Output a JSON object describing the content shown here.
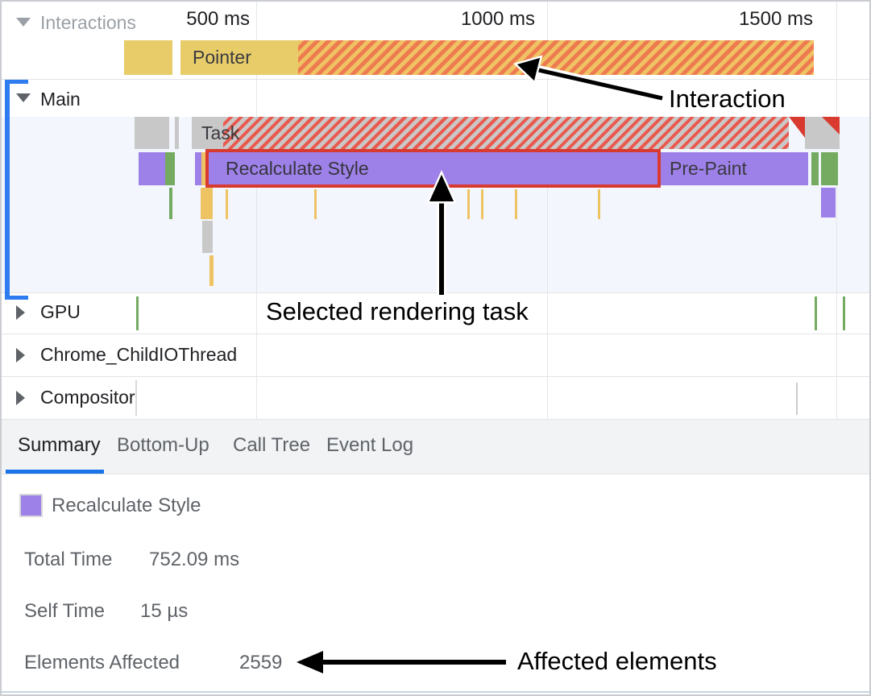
{
  "ruler": {
    "ticks": [
      "500 ms",
      "1000 ms",
      "1500 ms"
    ]
  },
  "tracks": [
    {
      "id": "interactions",
      "label": "Interactions",
      "collapsed": false
    },
    {
      "id": "main",
      "label": "Main",
      "collapsed": false
    },
    {
      "id": "gpu",
      "label": "GPU",
      "collapsed": true
    },
    {
      "id": "childio",
      "label": "Chrome_ChildIOThread",
      "collapsed": true
    },
    {
      "id": "compositor",
      "label": "Compositor",
      "collapsed": true
    }
  ],
  "events": {
    "pointer": "Pointer",
    "task": "Task",
    "recalculate": "Recalculate Style",
    "prepaint": "Pre-Paint"
  },
  "tabs": [
    {
      "label": "Summary",
      "selected": true
    },
    {
      "label": "Bottom-Up",
      "selected": false
    },
    {
      "label": "Call Tree",
      "selected": false
    },
    {
      "label": "Event Log",
      "selected": false
    }
  ],
  "summary": {
    "title": "Recalculate Style",
    "rows": [
      {
        "label": "Total Time",
        "value": "752.09 ms"
      },
      {
        "label": "Self Time",
        "value": "15 µs"
      },
      {
        "label": "Elements Affected",
        "value": "2559"
      }
    ]
  },
  "annotations": {
    "interaction": "Interaction",
    "selected_task": "Selected rendering task",
    "affected": "Affected elements"
  },
  "colors": {
    "purple": "#9d80e8",
    "green": "#74ab61",
    "yellow": "#e7cc69",
    "orange": "#eec364",
    "hatch_y": "#efc263",
    "hatch_o": "#ee7b4f",
    "hatch_red": "#e9594e",
    "task_gray": "#c8c8c8",
    "sel_red": "#d93a30",
    "blue": "#2f7bf0",
    "tab_blue": "#1a73e8",
    "main_tint": "#f3f6fd",
    "tab_bg": "#f1f3f4",
    "text_dark": "#202124",
    "text_gray": "#5f6368",
    "text_faded": "#9aa0a6"
  }
}
